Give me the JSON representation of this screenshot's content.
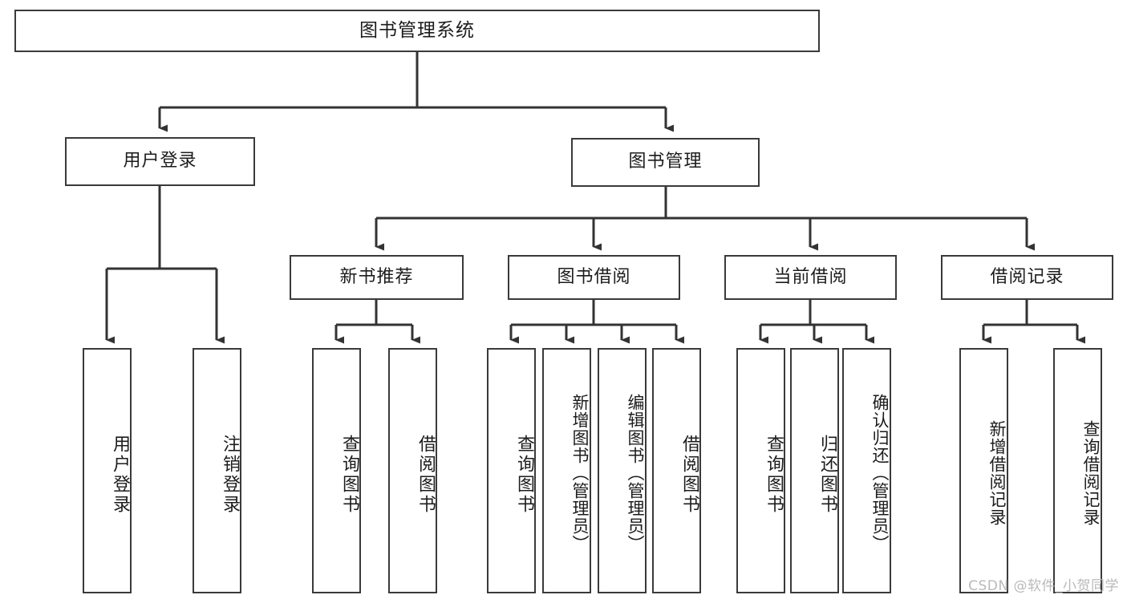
{
  "diagram": {
    "title": "图书管理系统",
    "type": "tree-hierarchy-diagram",
    "root": {
      "label": "图书管理系统",
      "children": [
        {
          "label": "用户登录",
          "children": [
            {
              "label": "用户登录"
            },
            {
              "label": "注销登录"
            }
          ]
        },
        {
          "label": "图书管理",
          "children": [
            {
              "label": "新书推荐",
              "children": [
                {
                  "label": "查询图书"
                },
                {
                  "label": "借阅图书"
                }
              ]
            },
            {
              "label": "图书借阅",
              "children": [
                {
                  "label": "查询图书"
                },
                {
                  "label": "新增图书（管理员）"
                },
                {
                  "label": "编辑图书（管理员）"
                },
                {
                  "label": "借阅图书"
                }
              ]
            },
            {
              "label": "当前借阅",
              "children": [
                {
                  "label": "查询图书"
                },
                {
                  "label": "归还图书"
                },
                {
                  "label": "确认归还（管理员）"
                }
              ]
            },
            {
              "label": "借阅记录",
              "children": [
                {
                  "label": "新增借阅记录"
                },
                {
                  "label": "查询借阅记录"
                }
              ]
            }
          ]
        }
      ]
    }
  },
  "nodes": {
    "root": "图书管理系统",
    "user_login": "用户登录",
    "book_manage": "图书管理",
    "new_book_rec": "新书推荐",
    "book_borrow": "图书借阅",
    "current_borrow": "当前借阅",
    "borrow_record": "借阅记录",
    "leaf_user_login": "用户登录",
    "leaf_logout": "注销登录",
    "leaf_rec_query": "查询图书",
    "leaf_rec_borrow": "借阅图书",
    "leaf_borrow_query": "查询图书",
    "leaf_borrow_add": "新增图书（管理员）",
    "leaf_borrow_edit": "编辑图书（管理员）",
    "leaf_borrow_borrow": "借阅图书",
    "leaf_cur_query": "查询图书",
    "leaf_cur_return": "归还图书",
    "leaf_cur_confirm": "确认归还（管理员）",
    "leaf_rec_add": "新增借阅记录",
    "leaf_rec_search": "查询借阅记录"
  },
  "watermark": {
    "text": "CSDN @软件_小贺同学"
  },
  "colors": {
    "border": "#3a3a3a",
    "text": "#1c1c1c",
    "background": "#ffffff",
    "connector": "#333333",
    "watermark": "#b9b9b9"
  }
}
